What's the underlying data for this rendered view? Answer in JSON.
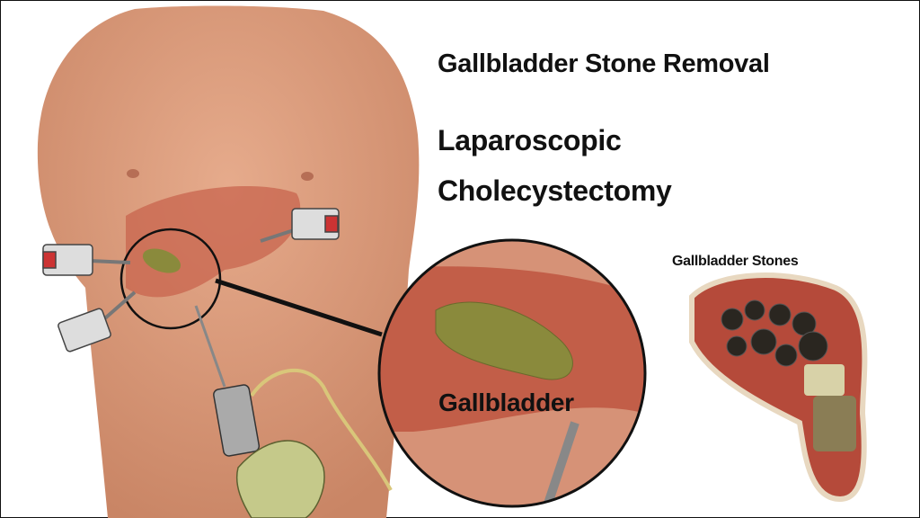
{
  "heading": {
    "title": "Gallbladder Stone Removal",
    "subtitle_line1": "Laparoscopic",
    "subtitle_line2": "Cholecystectomy"
  },
  "labels": {
    "stones": "Gallbladder Stones",
    "gallbladder": "Gallbladder"
  },
  "colors": {
    "skin": "#d99a7c",
    "liver": "#c8644e",
    "gallbladder": "#8a8a3c",
    "text": "#111111"
  }
}
